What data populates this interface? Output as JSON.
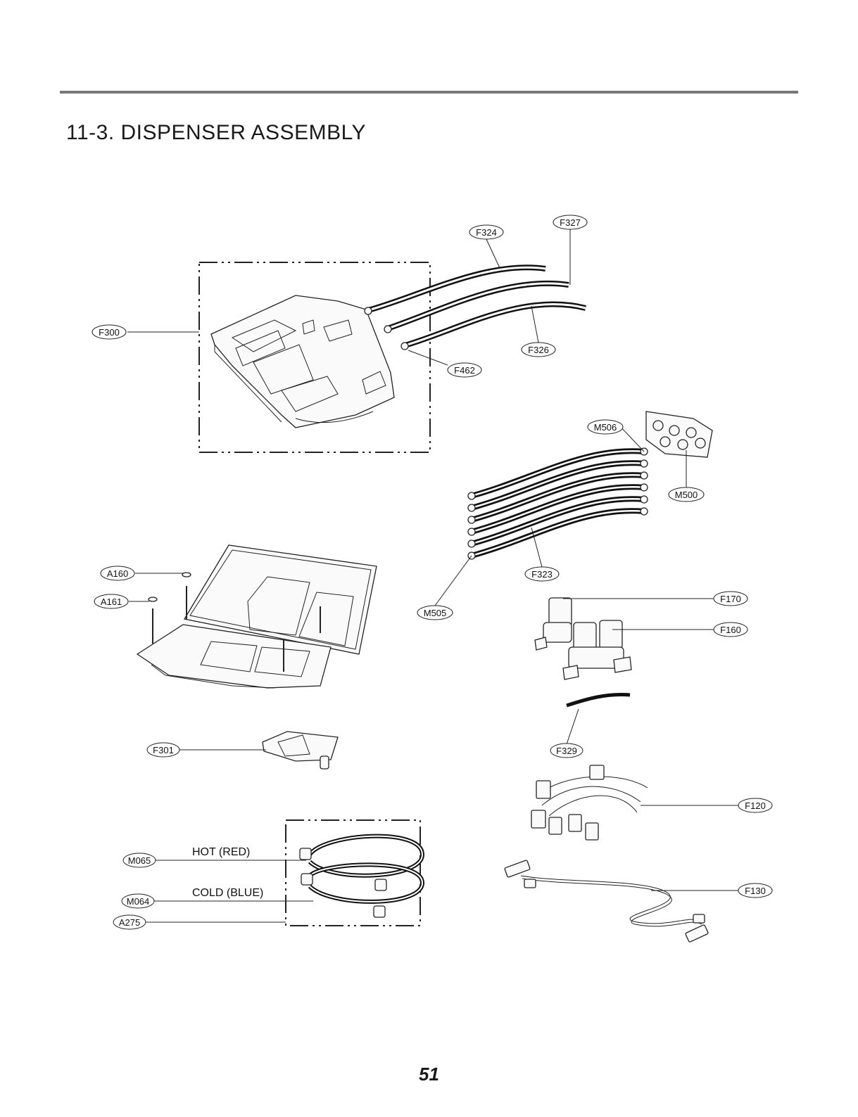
{
  "header": {
    "title": "11-3. DISPENSER ASSEMBLY"
  },
  "footer": {
    "page_number": "51"
  },
  "labels": {
    "F324": "F324",
    "F327": "F327",
    "F300": "F300",
    "F326": "F326",
    "F462": "F462",
    "M506": "M506",
    "M500": "M500",
    "F323": "F323",
    "M505": "M505",
    "A160": "A160",
    "A161": "A161",
    "F170": "F170",
    "F160": "F160",
    "F301": "F301",
    "F329": "F329",
    "F120": "F120",
    "F130": "F130",
    "M065": "M065",
    "M064": "M064",
    "A275": "A275"
  },
  "notes": {
    "hot": "HOT (RED)",
    "cold": "COLD (BLUE)"
  }
}
